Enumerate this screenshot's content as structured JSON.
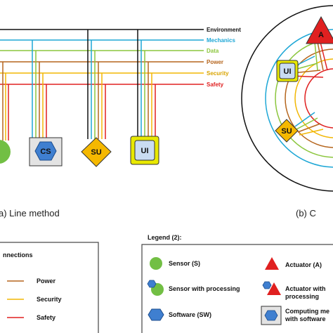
{
  "colors": {
    "environment": "#111111",
    "mechanics": "#1ea7d6",
    "data": "#8cc63e",
    "power": "#b5651d",
    "security": "#f2b705",
    "safety": "#e02020",
    "sensor": "#72bf44",
    "software": "#3f7fd0",
    "actuator": "#e02020",
    "su_fill": "#f5b800",
    "ui_fill": "#c9dcf2",
    "ui_border": "#e8e800"
  },
  "line_labels": [
    "Environment",
    "Mechanics",
    "Data",
    "Power",
    "Security",
    "Safety"
  ],
  "nodes": {
    "cs": "CS",
    "su": "SU",
    "ui": "UI",
    "circle_ui": "UI",
    "circle_su": "SU",
    "circle_a": "A"
  },
  "captions": {
    "line_method": "a) Line method",
    "circle_method": "(b) C"
  },
  "legend1": {
    "title": "nnections",
    "items": [
      "Power",
      "Security",
      "Safety"
    ]
  },
  "legend2": {
    "title": "Legend (2):",
    "items": {
      "sensor": "Sensor (S)",
      "sensor_proc": "Sensor with processing",
      "software": "Software (SW)",
      "actuator": "Actuator (A)",
      "actuator_proc_1": "Actuator with",
      "actuator_proc_2": "processing",
      "computing_1": "Computing me",
      "computing_2": "with software"
    }
  }
}
